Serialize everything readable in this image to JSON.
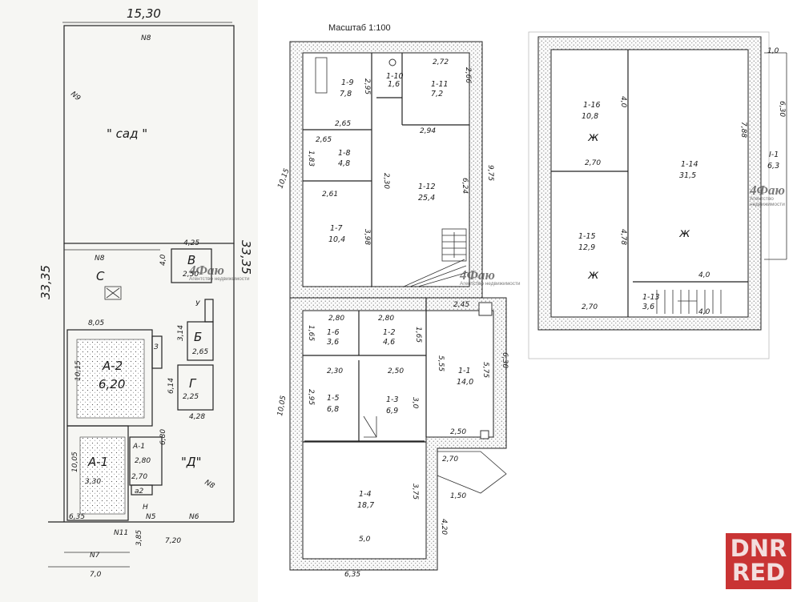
{
  "scale_title": "Масштаб 1:100",
  "watermark": {
    "logo": "4Фаю",
    "sub": "Агентство недвижимости"
  },
  "badge": {
    "line1": "DNR",
    "line2": "RED"
  },
  "site": {
    "top_width": "15,30",
    "boundary_top": "N8",
    "boundary_left": "N9",
    "garden": "\" сад \"",
    "total_left": "33,35",
    "total_right": "33,35",
    "boundary_mid": "N8",
    "yard": "С",
    "b_width": "4,25",
    "b_height": "4,0",
    "b_label": "В",
    "b_len": "2,50",
    "main_width": "8,05",
    "a2_height": "10,15",
    "a2_label": "А-2",
    "a2_len": "6,20",
    "g_label": "З",
    "small_b_h": "3,14",
    "small_b_label": "Б",
    "small_b_len": "2,65",
    "u_label": "У",
    "gamma_h": "6,14",
    "gamma_label": "Г",
    "gamma_len": "2,25",
    "gamma_w": "4,28",
    "a1_height": "10,05",
    "a1_label": "А-1",
    "a1_len": "3,30",
    "a11_h": "6,80",
    "a11_label": "А-1",
    "a11_len": "2,80",
    "a11_w": "2,70",
    "a_small": "а2",
    "d_label": "\"Д\"",
    "boundary_right": "N8",
    "h_label": "Н",
    "n5": "N5",
    "n6": "N6",
    "front_width": "6,35",
    "n11": "N11",
    "gap": "3,85",
    "right_front": "7,20",
    "n7": "N7",
    "bottom": "7,0"
  },
  "ground": {
    "r19_id": "1-9",
    "r19_area": "7,8",
    "r110_id": "1-10",
    "r110_area": "1,6",
    "r111_id": "1-11",
    "r111_area": "7,2",
    "r18_id": "1-8",
    "r18_area": "4,8",
    "r112_id": "1-12",
    "r112_area": "25,4",
    "r17_id": "1-7",
    "r17_area": "10,4",
    "r16_id": "1-6",
    "r16_area": "3,6",
    "r12_id": "1-2",
    "r12_area": "4,6",
    "r11_id": "1-1",
    "r11_area": "14,0",
    "r15_id": "1-5",
    "r15_area": "6,8",
    "r13_id": "1-3",
    "r13_area": "6,9",
    "r14_id": "1-4",
    "r14_area": "18,7",
    "d_272": "2,72",
    "d_266": "2,66",
    "d_295": "2,95",
    "d_265a": "2,65",
    "d_294": "2,94",
    "d_265b": "2,65",
    "d_183": "1,83",
    "d_1015": "10,15",
    "d_230": "2,30",
    "d_261": "2,61",
    "d_624": "6,24",
    "d_975": "9,75",
    "d_398": "3,98",
    "d_245": "2,45",
    "d_280a": "2,80",
    "d_280b": "2,80",
    "d_165a": "1,65",
    "d_165b": "1,65",
    "d_555": "5,55",
    "d_575": "5,75",
    "d_630": "6,30",
    "d_230b": "2,30",
    "d_250": "2,50",
    "d_295b": "2,95",
    "d_30": "3,0",
    "d_1005": "10,05",
    "d_250b": "2,50",
    "d_270": "2,70",
    "d_375": "3,75",
    "d_150": "1,50",
    "d_420": "4,20",
    "d_50": "5,0",
    "d_635": "6,35"
  },
  "upper": {
    "r116_id": "1-16",
    "r116_area": "10,8",
    "r114_id": "1-14",
    "r114_area": "31,5",
    "r115_id": "1-15",
    "r115_area": "12,9",
    "r113_id": "1-13",
    "r113_area": "3,6",
    "i_id": "I-1",
    "i_area": "6,3",
    "d_40a": "4,0",
    "d_788": "7,88",
    "d_270a": "2,70",
    "d_478": "4,78",
    "d_40b": "4,0",
    "d_270b": "2,70",
    "d_40c": "4,0",
    "d_10": "1,0",
    "d_630": "6,30",
    "zh": "ж"
  }
}
